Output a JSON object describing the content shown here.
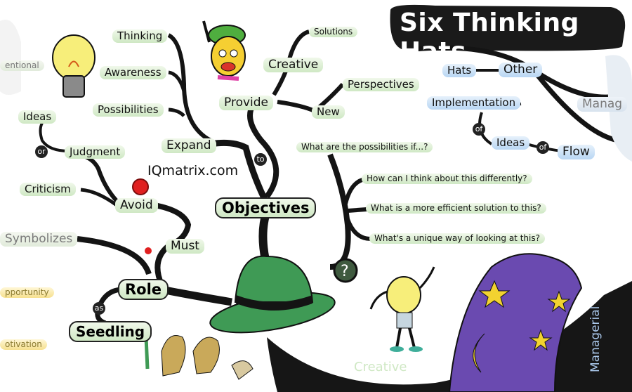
{
  "title": "Six Thinking Hats",
  "watermark": "IQmatrix.com",
  "nodes": {
    "thinking": "Thinking",
    "awareness": "Awareness",
    "possibilities": "Possibilities",
    "expand": "Expand",
    "provide": "Provide",
    "creative": "Creative",
    "solutions": "Solutions",
    "perspectives": "Perspectives",
    "new": "New",
    "objectives": "Objectives",
    "to": "to",
    "ideas_left": "Ideas",
    "judgment": "Judgment",
    "criticism": "Criticism",
    "or": "or",
    "avoid": "Avoid",
    "must": "Must",
    "symbolizes": "Symbolizes",
    "role": "Role",
    "as": "as",
    "seedling": "Seedling",
    "intentional": "entional",
    "opportunity": "pportunity",
    "motivation": "otivation",
    "q1": "What are the possibilities if...?",
    "q2": "How can I think about this differently?",
    "q3": "What is a more efficient solution to this?",
    "q4": "What's a unique way of looking at this?",
    "hats": "Hats",
    "other": "Other",
    "implementation": "Implementation",
    "of1": "of",
    "ideas_right": "Ideas",
    "of2": "of",
    "flow": "Flow",
    "manag": "Manag",
    "creative_bottom": "Creative",
    "managerial": "Managerial"
  },
  "colors": {
    "branch": "#141414",
    "hat_green": "#3f9a55",
    "hat_purple": "#6a4ab0",
    "star": "#f2d230",
    "bulb": "#f7ee7a"
  }
}
